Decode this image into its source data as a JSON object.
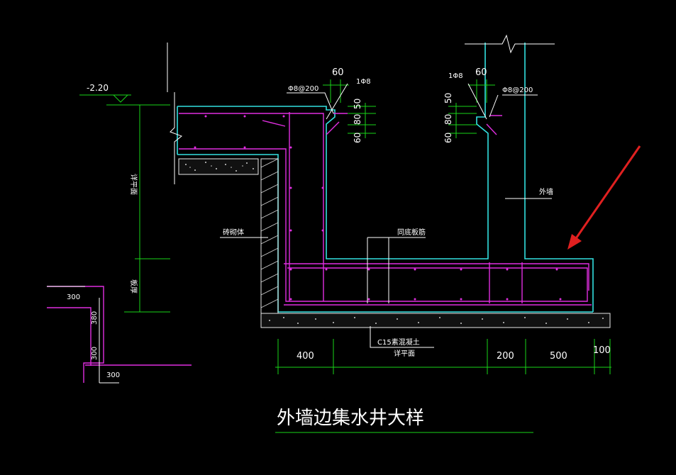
{
  "title": "外墙边集水井大样",
  "labels": {
    "elevation": "-2.20",
    "dim_60_left": "60",
    "dim_60_right": "60",
    "dim_50_left": "50",
    "dim_80_left": "80",
    "dim_60_v_left": "60",
    "dim_50_right": "50",
    "dim_80_right": "80",
    "dim_60_v_right": "60",
    "rebar_1phi8_left": "1Φ8",
    "rebar_phi8_200_left": "Φ8@200",
    "rebar_1phi8_right": "1Φ8",
    "rebar_phi8_200_right": "Φ8@200",
    "outer_wall": "外墙",
    "masonry": "砖砌体",
    "same_as_slab_rebar": "同底板筋",
    "c15_concrete": "C15素混凝土",
    "see_plan": "详平面",
    "see_plan_vertical": "详平面",
    "slab_thickness": "板厚",
    "dim_bottom_400": "400",
    "dim_bottom_200": "200",
    "dim_bottom_500": "500",
    "dim_bottom_100": "100",
    "step_300_top": "300",
    "step_300_mid": "300",
    "step_380": "380",
    "step_300_bottom": "300"
  },
  "colors": {
    "concrete_outline": "#33e0e0",
    "rebar": "#e02ee0",
    "dimension": "#19d419",
    "text": "#ffffff",
    "background": "#000000"
  },
  "annotation": {
    "arrow_color": "#e02020"
  }
}
